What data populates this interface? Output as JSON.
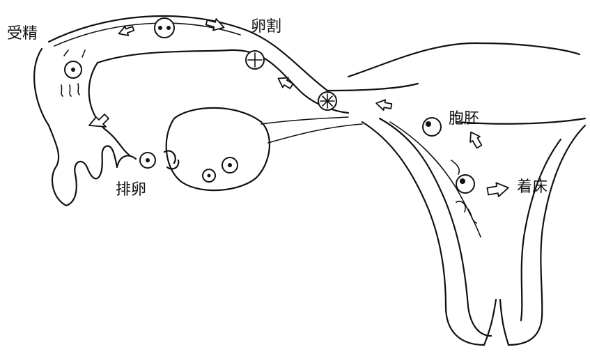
{
  "labels": {
    "fertilization": "受精",
    "cleavage": "卵割",
    "ovulation": "排卵",
    "blastocyst": "胞胚",
    "implantation": "着床"
  },
  "colors": {
    "line": "#111111",
    "background": "#ffffff"
  }
}
